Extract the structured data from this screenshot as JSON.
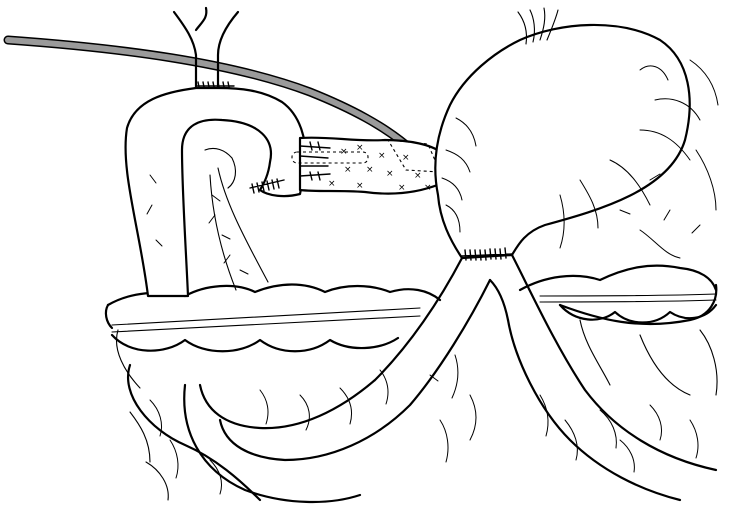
{
  "figure": {
    "caption": "",
    "colors": {
      "background": "#ffffff",
      "line": "#000000",
      "drain_tube_fill": "#9a9a9a"
    },
    "structures": [
      "drainage-tube",
      "esophagus-stump",
      "jejunal-loop",
      "pancreatic-remnant",
      "pancreaticojejunostomy",
      "stomach",
      "gastrojejunostomy",
      "transverse-mesocolon",
      "small-bowel-loops",
      "omentum-vessels"
    ]
  }
}
